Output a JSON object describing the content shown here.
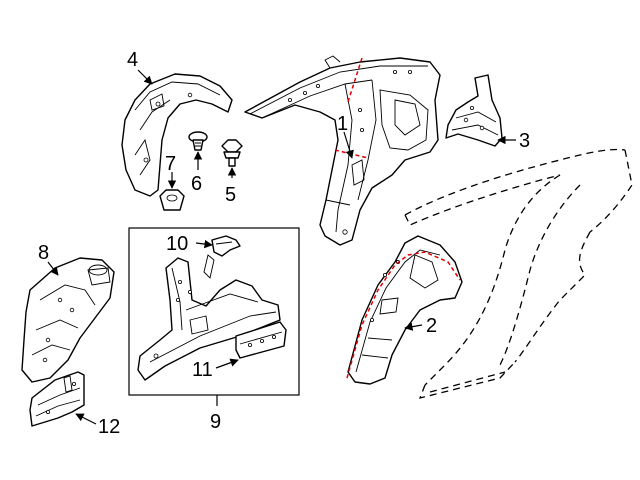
{
  "diagram": {
    "callouts": [
      {
        "id": "c1",
        "text": "1"
      },
      {
        "id": "c2",
        "text": "2"
      },
      {
        "id": "c3",
        "text": "3"
      },
      {
        "id": "c4",
        "text": "4"
      },
      {
        "id": "c5",
        "text": "5"
      },
      {
        "id": "c6",
        "text": "6"
      },
      {
        "id": "c7",
        "text": "7"
      },
      {
        "id": "c8",
        "text": "8"
      },
      {
        "id": "c9",
        "text": "9"
      },
      {
        "id": "c10",
        "text": "10"
      },
      {
        "id": "c11",
        "text": "11"
      },
      {
        "id": "c12",
        "text": "12"
      }
    ],
    "colors": {
      "line": "#000000",
      "background": "#ffffff",
      "cut_line": "#e00000"
    }
  }
}
